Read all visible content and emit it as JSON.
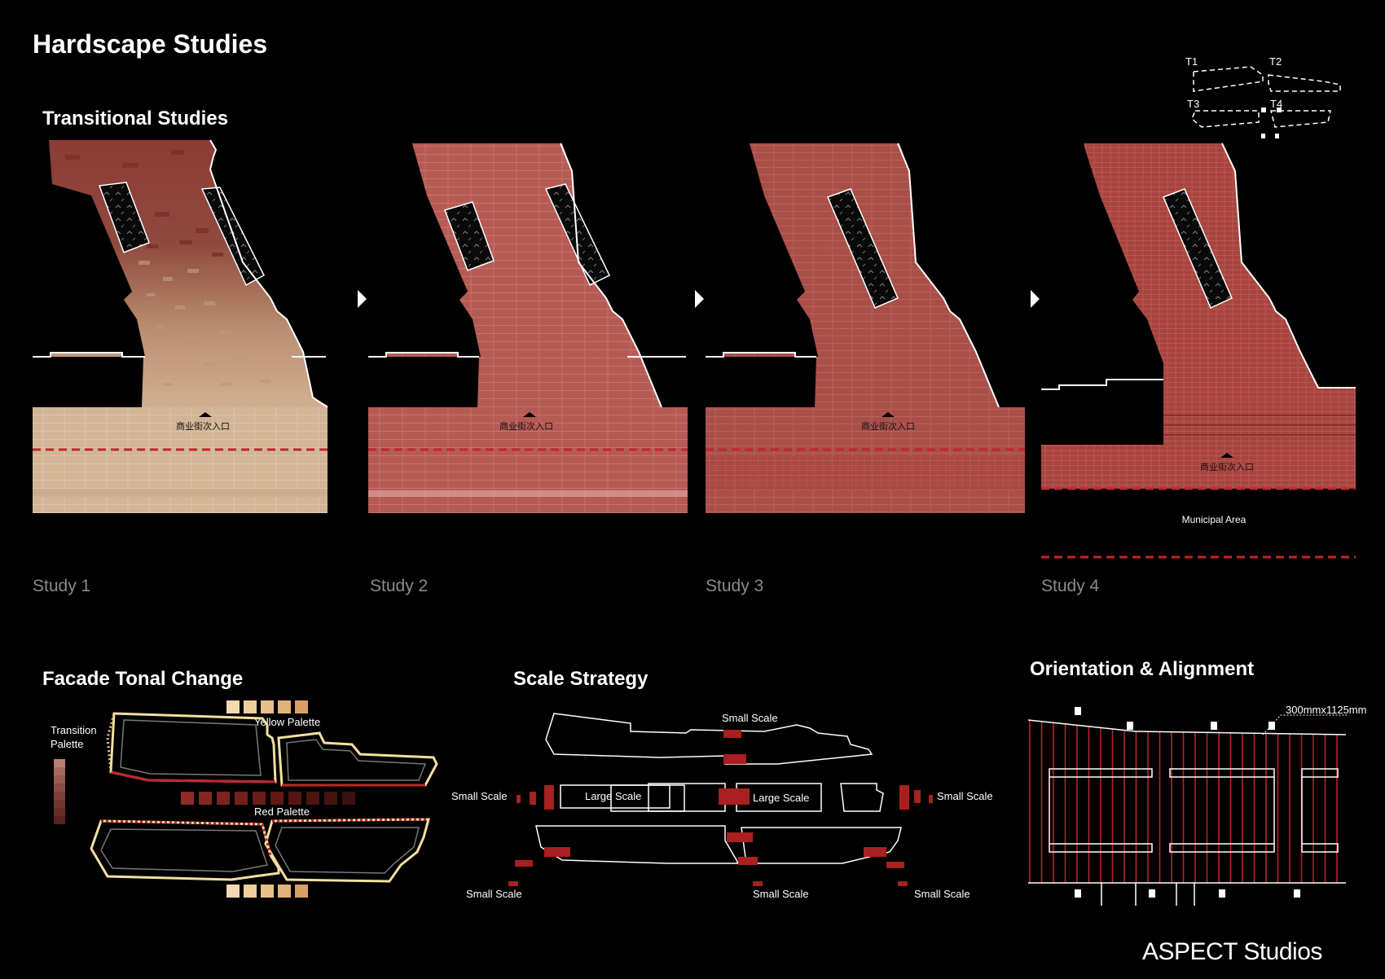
{
  "title": "Hardscape Studies",
  "sections": {
    "transitional": "Transitional Studies",
    "facade": "Facade Tonal Change",
    "scale": "Scale Strategy",
    "orientation": "Orientation & Alignment"
  },
  "key_plan": {
    "labels": [
      "T1",
      "T2",
      "T3",
      "T4"
    ]
  },
  "studies": [
    {
      "label": "Study 1",
      "entrance": "商业街次入口"
    },
    {
      "label": "Study 2",
      "entrance": "商业街次入口"
    },
    {
      "label": "Study 3",
      "entrance": "商业街次入口"
    },
    {
      "label": "Study 4",
      "entrance": "商业街次入口",
      "extra": "Municipal Area"
    }
  ],
  "facade": {
    "transition_palette": "Transition\nPalette",
    "yellow_palette": "Yellow Palette",
    "red_palette": "Red Palette",
    "colors": {
      "yellow": [
        "#f3d9b4",
        "#efcd9f",
        "#e8c08c",
        "#e2b27a",
        "#d9a066"
      ],
      "red": [
        "#8f2a25",
        "#862623",
        "#7c221f",
        "#731f1d",
        "#6a1c1a",
        "#601917",
        "#571614",
        "#4e1412",
        "#451210",
        "#3c100e"
      ],
      "transition": [
        "#b97d70",
        "#a86a5e",
        "#9a5a50",
        "#8c4c44",
        "#7f4039",
        "#72352f",
        "#662b25",
        "#5a221d"
      ]
    }
  },
  "scale": {
    "large": "Large Scale",
    "small": "Small Scale"
  },
  "orientation": {
    "dimension": "300mmx1125mm"
  },
  "brand": "ASPECT Studios",
  "colors": {
    "accent": "#c0262b",
    "salmon": "#b85c59",
    "sand": "#d4b89a"
  }
}
